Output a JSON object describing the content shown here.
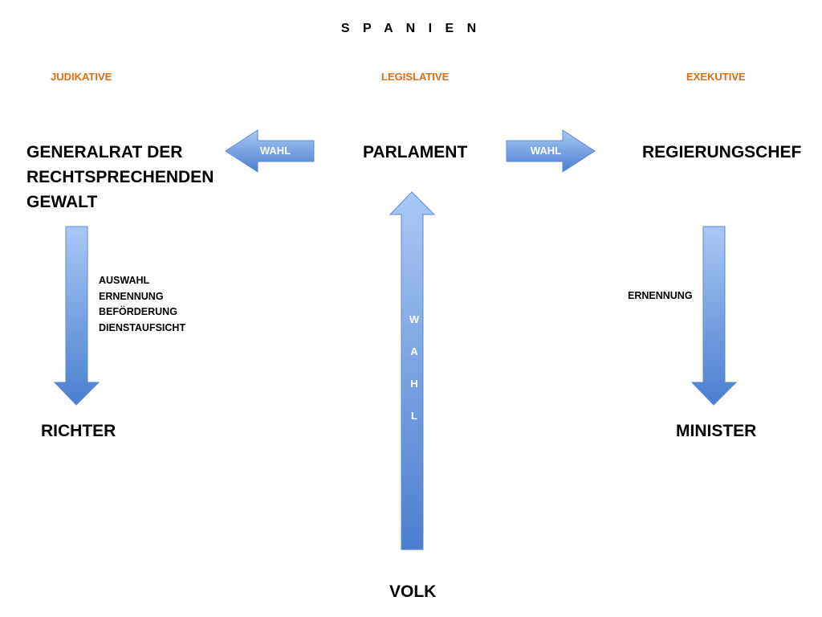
{
  "title": "S P A N I E N",
  "branches": {
    "judikative": "JUDIKATIVE",
    "legislative": "LEGISLATIVE",
    "exekutive": "EXEKUTIVE"
  },
  "nodes": {
    "generalrat": "GENERALRAT DER RECHTSPRECHENDEN GEWALT",
    "parlament": "PARLAMENT",
    "regierungschef": "REGIERUNGSCHEF",
    "richter": "RICHTER",
    "minister": "MINISTER",
    "volk": "VOLK"
  },
  "arrows": {
    "left_wahl": "WAHL",
    "right_wahl": "WAHL",
    "volk_wahl_letters": [
      "W",
      "A",
      "H",
      "L"
    ]
  },
  "judikative_duties": [
    "AUSWAHL",
    "ERNENNUNG",
    "BEFÖRDERUNG",
    "DIENSTAUFSICHT"
  ],
  "exekutive_duty": "ERNENNUNG",
  "colors": {
    "branch_label": "#e46c0a",
    "arrow_light": "#a9c8f5",
    "arrow_dark": "#4a7fcf",
    "arrow_stroke": "#5b8ad6"
  }
}
